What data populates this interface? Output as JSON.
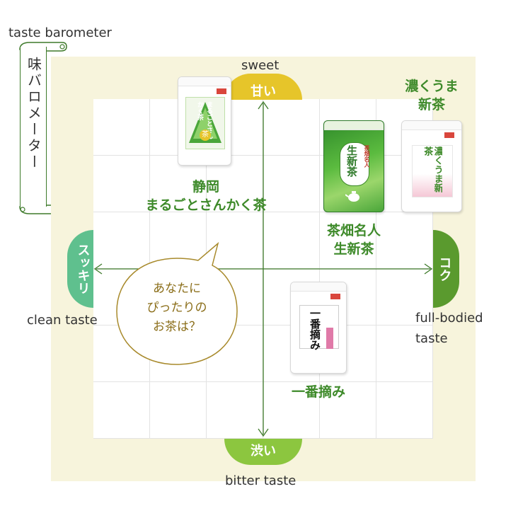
{
  "title": "taste barometer",
  "scroll_title": "味バロメーター",
  "axes": {
    "top": {
      "label": "sweet",
      "badge": "甘い",
      "badge_color": "#e6c52a"
    },
    "bottom": {
      "label": "bitter taste",
      "badge": "渋い",
      "badge_color": "#8cc63f"
    },
    "left": {
      "label": "clean taste",
      "badge": "スッキリ",
      "badge_color": "#5fc08e"
    },
    "right": {
      "label": "full-bodied taste",
      "label_line1": "full-bodied",
      "label_line2": "taste",
      "badge": "コク",
      "badge_color": "#5a9a2e"
    }
  },
  "bubble": {
    "line1": "あなたに",
    "line2": "ぴったりの",
    "line3": "お茶は？",
    "color": "#8a6d18"
  },
  "products": [
    {
      "label_line1": "静岡",
      "label_line2": "まるごとさんかく茶",
      "pouch_text": "まるごとさんかく茶",
      "pouch_badge": "茶"
    },
    {
      "label_line1": "濃くうま",
      "label_line2": "新茶",
      "pouch_text": "濃くうま新茶"
    },
    {
      "label_line1": "茶畑名人",
      "label_line2": "生新茶",
      "pouch_text": "生新茶",
      "pouch_subtext": "茶畑名人"
    },
    {
      "label": "一番摘み",
      "pouch_text": "一番摘み"
    }
  ],
  "colors": {
    "panel_bg": "#f7f4dc",
    "axis_line": "#3e7a2a",
    "label_green": "#3e8a2a"
  }
}
